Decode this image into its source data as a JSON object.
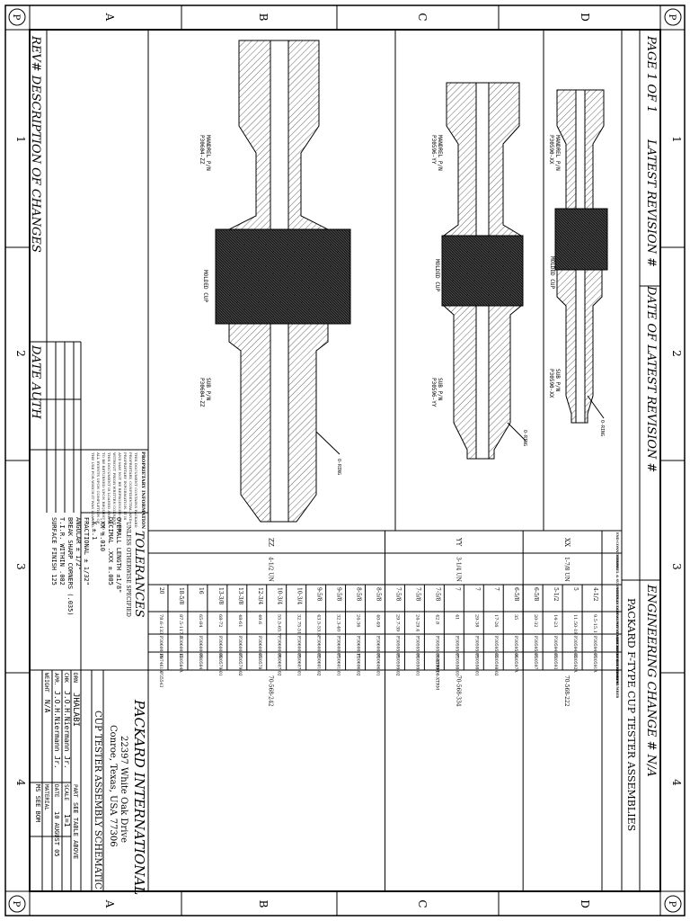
{
  "sheet": {
    "page_label": "PAGE 1 OF 1",
    "latest_revision": "LATEST REVISION #",
    "date_latest_revision": "DATE OF LATEST REVISION #",
    "engineering_change": "ENGINEERING CHANGE # N/A",
    "assembly_title": "PACKARD F-TYPE CUP TESTER ASSEMBLIES",
    "zone_numbers": [
      "1",
      "2",
      "3",
      "4"
    ],
    "zone_letters": [
      "D",
      "C",
      "B",
      "A"
    ],
    "corner_mark": "P"
  },
  "revision_block": {
    "rev_desc": "REV# DESCRIPTION OF CHANGES",
    "date_auth": "DATE AUTH"
  },
  "proprietary": {
    "heading": "PROPRIETARY INFORMATION",
    "lines": [
      "THIS DOCUMENT CONTAINS PACKARD",
      "PROPRIETARY, CONFIDENTIAL AND",
      "PROPRIETARY INFORMATION. IT IS",
      "AND MAY NOT BE REPRODUCED OR USED",
      "WITHOUT PRIOR WRITTEN CONSENT.",
      "THIS DOCUMENT IS LOANED AND IS",
      "TO BE RETURNED UPON REQUEST AND IN",
      "ALL EVENTS UPON COMPLETION OF",
      "THE USE FOR WHICH IT WAS LOANED."
    ]
  },
  "tolerances": {
    "title": "TOLERANCES",
    "subtitle": "UNLESS OTHERWISE SPECIFIED",
    "lines": [
      "OVERALL LENGTH ±1/8\"",
      "DECIMAL .XXX ±.005",
      "         .XX ±.010",
      "          .X ±.1",
      "FRACTIONAL      ± 1/32\"",
      "ANGULAR          ± 1/2°",
      "BREAK SHARP CORNERS (.035)",
      "T.I.R. WITHIN .002",
      "SURFACE FINISH       125"
    ]
  },
  "company": {
    "name": "PACKARD INTERNATIONAL",
    "address1": "22397 White Oak Drive",
    "address2": "Conroe, Texas, USA 77306"
  },
  "title_block": {
    "drawing_title": "CUP TESTER ASSEMBLY SCHEMATIC",
    "drn": "DRN",
    "drn_value": "JHALABI",
    "part_label": "PART",
    "part_value": "SEE TABLE ABOVE",
    "chk": "CHK",
    "chk_value": "J.O.H.Niermann Jr.",
    "scale_label": "SCALE",
    "scale_value": "1=1",
    "apr": "APR.",
    "apr_value": "J.O.H.Niermann Jr.",
    "date_label": "DATE",
    "date_value": "10 AUGUST 05",
    "weight_label": "WEIGHT",
    "weight_value": "N/A",
    "material_label": "MATERIAL",
    "material_value": "MS SEE BOM"
  },
  "drawing_labels": {
    "xx": {
      "mandrel": "MANDREL P/N",
      "mandrel_pn": "P30590-XX",
      "cup": "MOLDED CUP",
      "sub": "SUB P/N",
      "sub_pn": "P30590-XX",
      "oring": "O-RING"
    },
    "yy": {
      "mandrel": "MANDREL P/N",
      "mandrel_pn": "P30596-YY",
      "cup": "MOLDED CUP",
      "sub": "SUB P/N",
      "sub_pn": "P30596-YY",
      "oring": "O-RING"
    },
    "zz": {
      "mandrel": "MANDREL P/N",
      "mandrel_pn": "P30604-ZZ",
      "cup": "MOLDED CUP",
      "sub": "SUB P/N",
      "sub_pn": "P30604-ZZ",
      "oring": "O-RING"
    }
  },
  "table": {
    "headers": [
      "END CONNECTIONS",
      "MANDREL & SUB MIDDLE CODE",
      "NOMINAL CASING SIZE OD (INCHES)",
      "CASING WEIGHT RANGE (LB/FT)",
      "ASSEMBLY PART NUMBER",
      "REPL RUBBER NUMBER",
      "O-RING"
    ],
    "groups": [
      {
        "end": "XX",
        "code": "1-7/8 UN",
        "oring": "70-568-222",
        "rows": [
          [
            "4-1/2",
            "9.5-15.1",
            "P30594-01",
            "P30591A"
          ],
          [
            "5",
            "11.50-18",
            "P30594-02",
            "P30592A"
          ],
          [
            "5-1/2",
            "14-23",
            "P30594-03",
            "P30593"
          ],
          [
            "6-5/8",
            "20-32",
            "P30595-01",
            "P30597"
          ]
        ]
      },
      {
        "end": "YY",
        "code": "3-1/4 UN",
        "oring": "70-568-334",
        "rows": [
          [
            "6-5/8",
            "35",
            "P30595-06",
            "P30597A"
          ],
          [
            "7",
            "17-26",
            "P30595-02",
            "P30598-02"
          ],
          [
            "7",
            "29-38",
            "P30595-03",
            "P30598-01"
          ],
          [
            "7",
            "41",
            "P30595-07",
            "P30598-03"
          ],
          [
            "7-5/8",
            "42.8",
            "P30595-08-XTRM",
            "P30599-08-XTRM"
          ],
          [
            "7-5/8",
            "24-29.4",
            "P30595-04",
            "P30599-01"
          ],
          [
            "7-5/8",
            "29.7-39",
            "P30595-05",
            "P30599-02"
          ]
        ]
      },
      {
        "end": "ZZ",
        "code": "4-1/2 UN",
        "oring": "70-568-242",
        "rows": [
          [
            "8-5/8",
            "40-49",
            "P30600-04",
            "P30606-01"
          ],
          [
            "8-5/8",
            "24-36",
            "P30600-11",
            "P30606-02"
          ],
          [
            "9-5/8",
            "32.3-40",
            "P30600-01",
            "P30601-01"
          ],
          [
            "9-5/8",
            "43.5-53.5",
            "P30600-02",
            "P30601-02"
          ],
          [
            "10-3/4",
            "32.75-51",
            "P30600-05",
            "P30607-01"
          ],
          [
            "10-3/4",
            "55.5-65.7",
            "P30600-06",
            "P30607-02"
          ],
          [
            "12-3/4",
            "49.6",
            "P30600-03",
            "P30578"
          ],
          [
            "13-3/8",
            "48-61",
            "P30600-07",
            "P30579-02"
          ],
          [
            "13-3/8",
            "68-72",
            "P30600-08",
            "P30579-01"
          ],
          [
            "16",
            "65-84",
            "P30600-09",
            "P30584"
          ],
          [
            "18-5/8",
            "87.5-117.5",
            "P30600-12",
            "P30584A"
          ],
          [
            "20",
            "78.6-133",
            "P30600-10",
            "P874619"
          ]
        ]
      }
    ],
    "extra_part": "P35543"
  }
}
